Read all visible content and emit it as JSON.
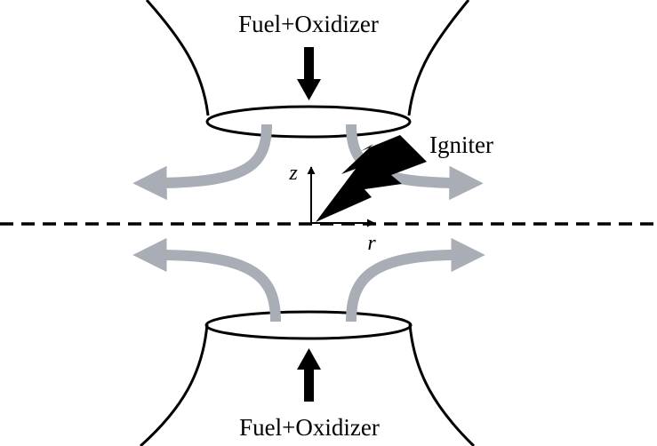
{
  "labels": {
    "top_inlet": "Fuel+Oxidizer",
    "bottom_inlet": "Fuel+Oxidizer",
    "igniter": "Igniter",
    "axis_z": "z",
    "axis_r": "r"
  },
  "colors": {
    "stroke": "#000000",
    "flow_arrow": "#a8adb6",
    "background": "#ffffff"
  },
  "icons": {
    "igniter": "lightning-bolt-icon",
    "inlet_arrow": "arrow-down-icon"
  }
}
